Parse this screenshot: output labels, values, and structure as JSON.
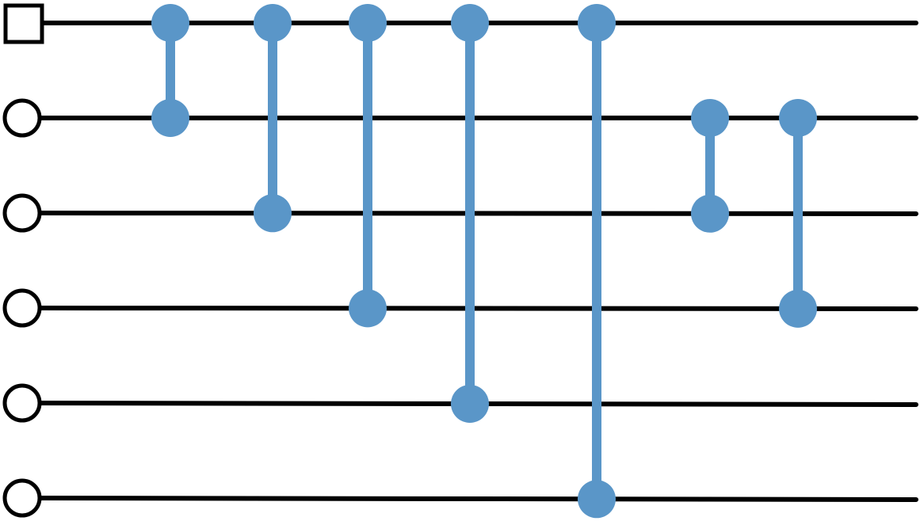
{
  "diagram": {
    "type": "graph-state-circuit",
    "colors": {
      "wire": "#000000",
      "gate": "#5a96c8",
      "node_fill": "#ffffff"
    },
    "qubits": [
      {
        "index": 0,
        "input_marker": "square"
      },
      {
        "index": 1,
        "input_marker": "circle"
      },
      {
        "index": 2,
        "input_marker": "circle"
      },
      {
        "index": 3,
        "input_marker": "circle"
      },
      {
        "index": 4,
        "input_marker": "circle"
      },
      {
        "index": 5,
        "input_marker": "circle"
      }
    ],
    "gates": [
      {
        "type": "CZ",
        "qubits": [
          0,
          1
        ]
      },
      {
        "type": "CZ",
        "qubits": [
          0,
          2
        ]
      },
      {
        "type": "CZ",
        "qubits": [
          0,
          3
        ]
      },
      {
        "type": "CZ",
        "qubits": [
          0,
          4
        ]
      },
      {
        "type": "CZ",
        "qubits": [
          0,
          5
        ]
      },
      {
        "type": "CZ",
        "qubits": [
          1,
          2
        ]
      },
      {
        "type": "CZ",
        "qubits": [
          1,
          3
        ]
      }
    ]
  }
}
